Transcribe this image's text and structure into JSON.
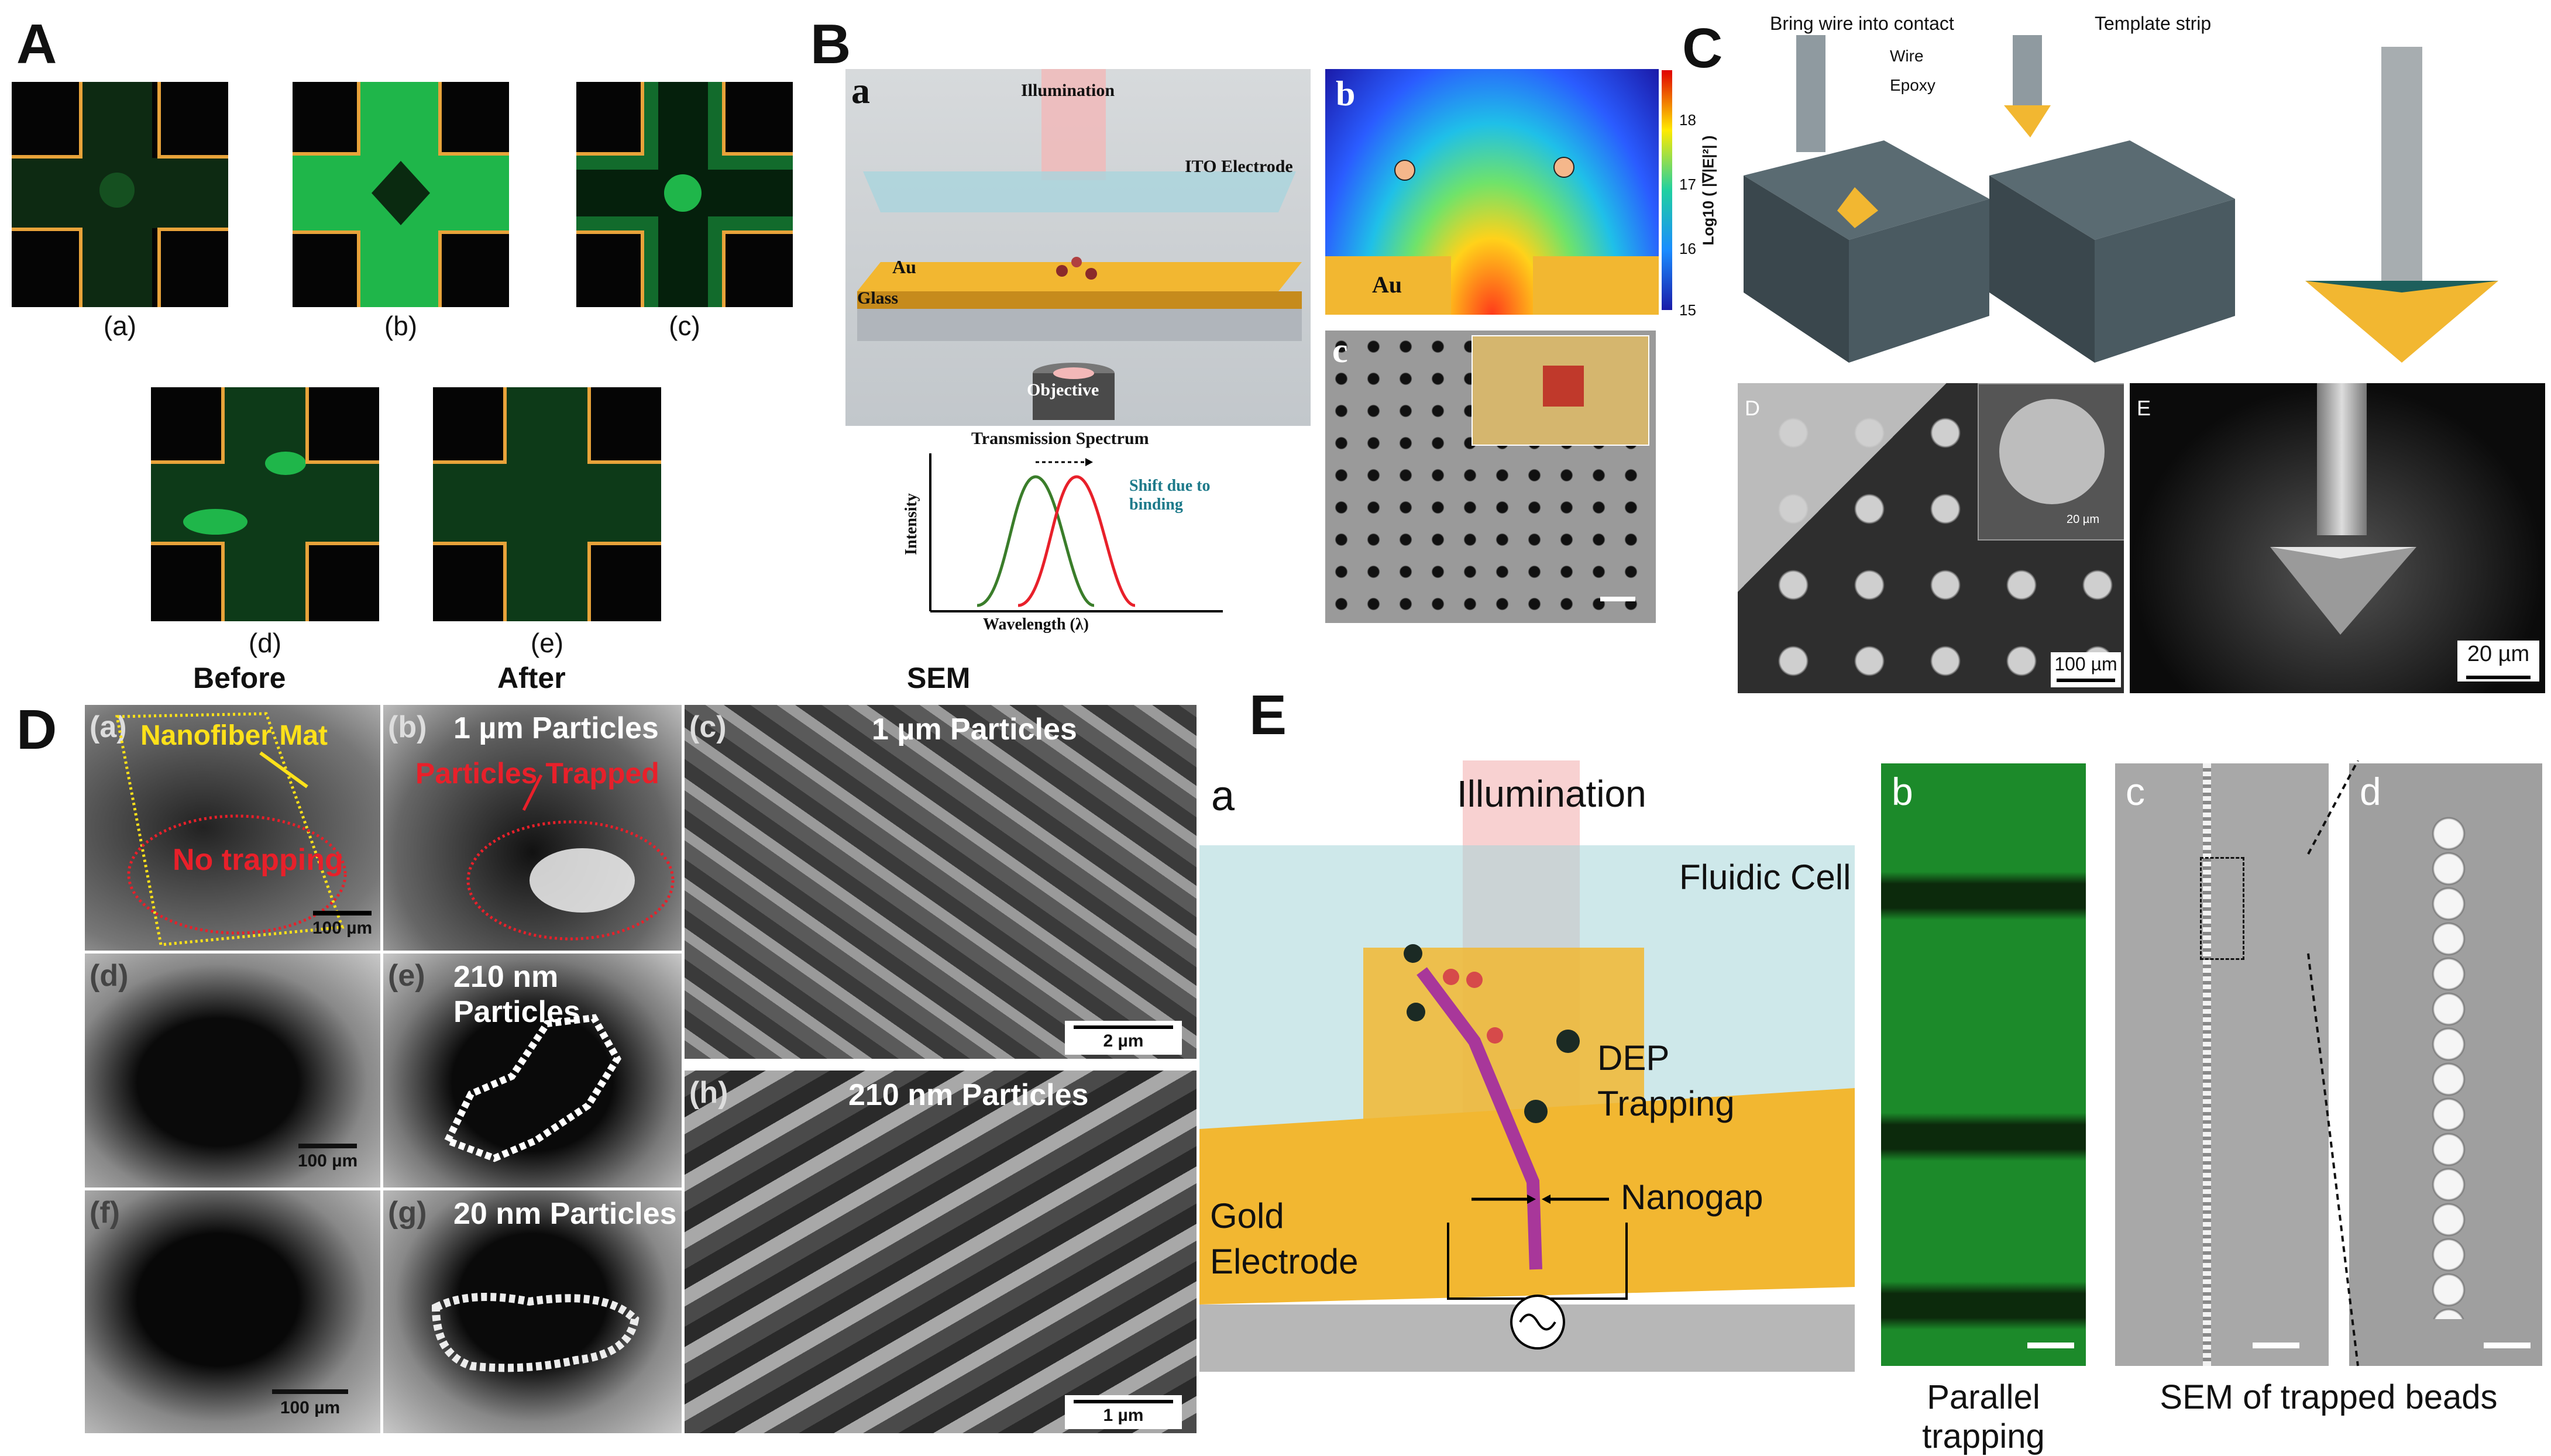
{
  "panels": {
    "A": {
      "label": "A",
      "subcaptions": [
        "(a)",
        "(b)",
        "(c)",
        "(d)",
        "(e)"
      ]
    },
    "B": {
      "label": "B",
      "sub_a": "a",
      "sub_b": "b",
      "sub_c": "c",
      "illumination": "Illumination",
      "ito": "ITO Electrode",
      "au": "Au",
      "glass": "Glass",
      "objective": "Objective",
      "spectrum_title": "Transmission Spectrum",
      "intensity": "Intensity",
      "wavelength": "Wavelength (λ)",
      "shift": "Shift due to binding",
      "field_au": "Au",
      "colorbar_ticks": [
        "18",
        "17",
        "16",
        "15"
      ],
      "colorbar_label": "Log10 ( |∇|E|²| )"
    },
    "C": {
      "label": "C",
      "step1": "Bring wire into contact",
      "wire": "Wire",
      "epoxy": "Epoxy",
      "step2": "Template strip",
      "sub_d": "D",
      "sub_e": "E",
      "scale_inset": "20 µm",
      "scale_d": "100 µm",
      "scale_e": "20 µm"
    },
    "D": {
      "label": "D",
      "col_before": "Before",
      "col_after": "After",
      "col_sem": "SEM",
      "a": "(a)",
      "nanofiber": "Nanofiber Mat",
      "no_trapping": "No trapping",
      "scale_a": "100 µm",
      "b": "(b)",
      "b_title": "1 µm Particles",
      "trapped": "Particles Trapped",
      "c": "(c)",
      "c_title": "1 µm Particles",
      "scale_c": "2 µm",
      "d": "(d)",
      "scale_d": "100 µm",
      "e": "(e)",
      "e_title": "210 nm Particles",
      "f": "(f)",
      "scale_f": "100 µm",
      "g": "(g)",
      "g_title": "20 nm Particles",
      "h": "(h)",
      "h_title": "210 nm Particles",
      "scale_h": "1 µm"
    },
    "E": {
      "label": "E",
      "sub_a": "a",
      "illumination": "Illumination",
      "fluidic": "Fluidic Cell",
      "dep": "DEP Trapping",
      "nanogap": "Nanogap",
      "gold": "Gold Electrode",
      "sub_b": "b",
      "sub_c": "c",
      "sub_d": "d",
      "parallel": "Parallel trapping",
      "sem": "SEM of trapped beads"
    }
  },
  "colors": {
    "fluor_green": "#1fb64a",
    "electrode_orange": "#e8a33a",
    "gold": "#f2b731",
    "trap_red": "#e8202a",
    "label_yellow": "#ffe11a"
  }
}
